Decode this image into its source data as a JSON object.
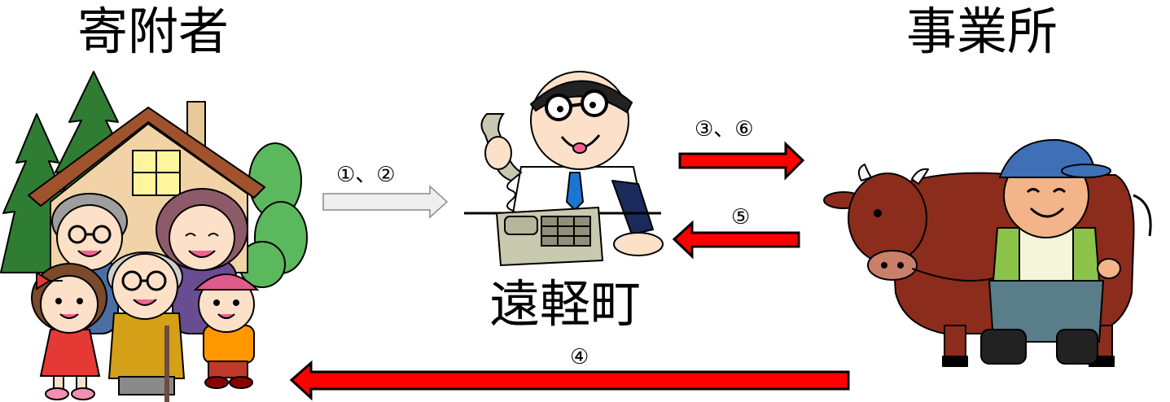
{
  "labels": {
    "donor": "寄附者",
    "business": "事業所",
    "town": "遠軽町"
  },
  "steps": {
    "donor_to_town": "①、②",
    "town_to_business": "③、⑥",
    "business_to_town": "⑤",
    "business_to_donor": "④"
  },
  "colors": {
    "arrow_red": "#ff0000",
    "arrow_gray": "#efefef",
    "arrow_gray_outline": "#8a8a8a",
    "outline": "#000000"
  },
  "illustrations": {
    "donor": "family-house-illustration",
    "town": "clerk-on-phone-illustration",
    "business": "farmer-with-cow-illustration"
  }
}
